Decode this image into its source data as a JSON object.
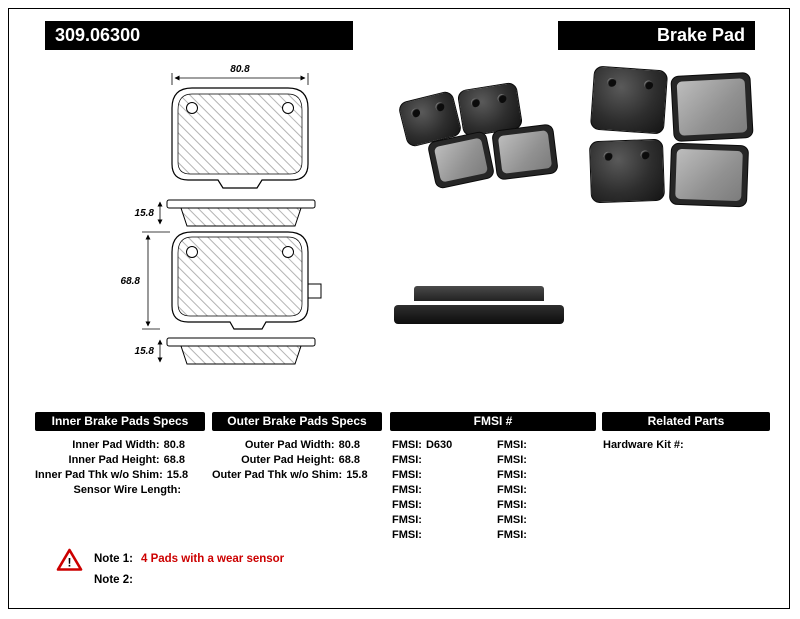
{
  "header": {
    "part_number": "309.06300",
    "title": "Brake Pad"
  },
  "diagram": {
    "width_dim": "80.8",
    "thickness_dim_top": "15.8",
    "height_dim": "68.8",
    "thickness_dim_bottom": "15.8"
  },
  "specs": {
    "inner": {
      "header": "Inner Brake Pads Specs",
      "rows": [
        {
          "label": "Inner Pad Width:",
          "value": "80.8"
        },
        {
          "label": "Inner Pad Height:",
          "value": "68.8"
        },
        {
          "label": "Inner Pad Thk w/o Shim:",
          "value": "15.8"
        },
        {
          "label": "Sensor Wire Length:",
          "value": ""
        }
      ]
    },
    "outer": {
      "header": "Outer Brake Pads Specs",
      "rows": [
        {
          "label": "Outer Pad Width:",
          "value": "80.8"
        },
        {
          "label": "Outer Pad Height:",
          "value": "68.8"
        },
        {
          "label": "Outer Pad Thk w/o Shim:",
          "value": "15.8"
        }
      ]
    },
    "fmsi": {
      "header": "FMSI #",
      "rows": [
        {
          "left_label": "FMSI:",
          "left_value": "D630",
          "right_label": "FMSI:",
          "right_value": ""
        },
        {
          "left_label": "FMSI:",
          "left_value": "",
          "right_label": "FMSI:",
          "right_value": ""
        },
        {
          "left_label": "FMSI:",
          "left_value": "",
          "right_label": "FMSI:",
          "right_value": ""
        },
        {
          "left_label": "FMSI:",
          "left_value": "",
          "right_label": "FMSI:",
          "right_value": ""
        },
        {
          "left_label": "FMSI:",
          "left_value": "",
          "right_label": "FMSI:",
          "right_value": ""
        },
        {
          "left_label": "FMSI:",
          "left_value": "",
          "right_label": "FMSI:",
          "right_value": ""
        },
        {
          "left_label": "FMSI:",
          "left_value": "",
          "right_label": "FMSI:",
          "right_value": ""
        }
      ]
    },
    "related": {
      "header": "Related Parts",
      "rows": [
        {
          "label": "Hardware Kit #:",
          "value": ""
        }
      ]
    }
  },
  "notes": {
    "warning_glyph": "!",
    "note1_label": "Note 1:",
    "note1_text": "4 Pads with a wear sensor",
    "note2_label": "Note 2:",
    "note2_text": ""
  },
  "colors": {
    "accent_red": "#cc0000",
    "banner_black": "#000000"
  }
}
